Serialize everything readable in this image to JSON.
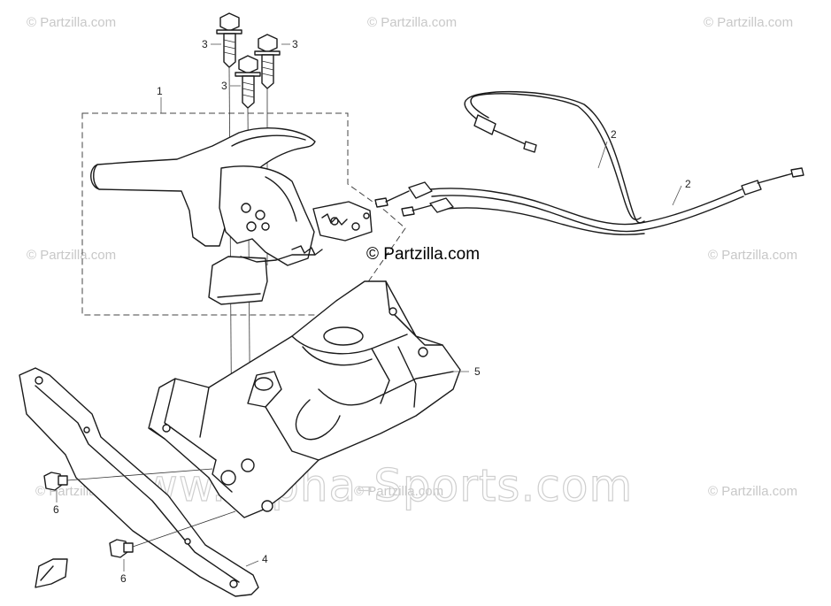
{
  "watermarks": {
    "partzilla": "© Partzilla.com",
    "main_credit": "© Partzilla.com",
    "alpha": "www.Alpha-Sports.com"
  },
  "callouts": {
    "handbrake_assy": "1",
    "cable": "2",
    "bolt": "3",
    "bracket": "4",
    "base_bracket": "5",
    "screw": "6"
  },
  "colors": {
    "line": "#1a1a1a",
    "watermark": "#c8c8c8"
  },
  "icons": [
    "direction-arrow-icon"
  ]
}
